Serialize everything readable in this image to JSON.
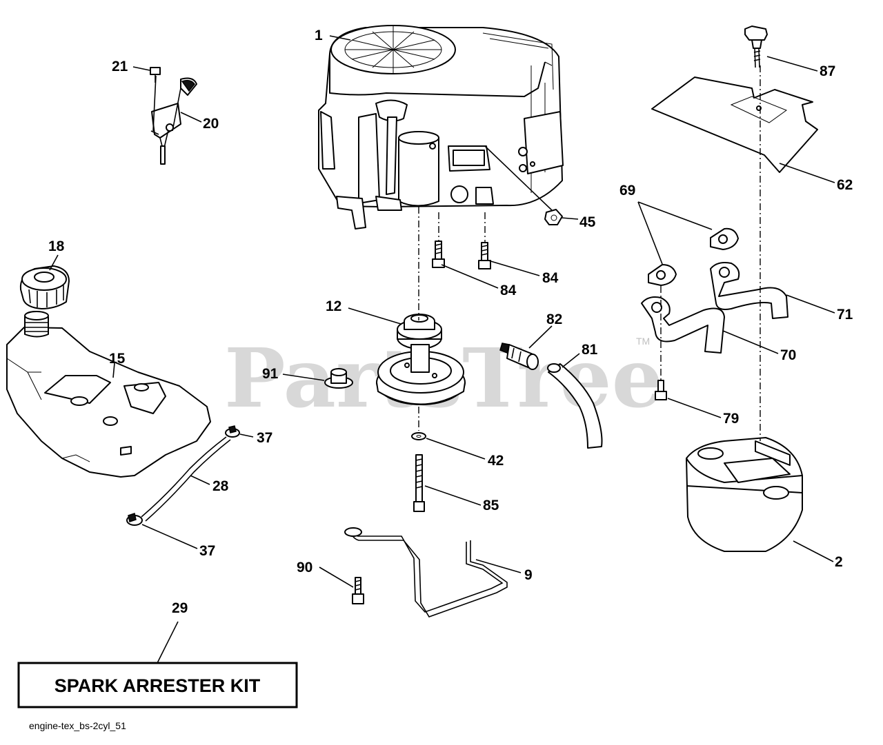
{
  "watermark": "PartsTree",
  "watermark_tm": "TM",
  "kit_label": "SPARK ARRESTER KIT",
  "file_label": "engine-tex_bs-2cyl_51",
  "callouts": [
    {
      "id": "1",
      "label": "1"
    },
    {
      "id": "21",
      "label": "21"
    },
    {
      "id": "20",
      "label": "20"
    },
    {
      "id": "87",
      "label": "87"
    },
    {
      "id": "62",
      "label": "62"
    },
    {
      "id": "69",
      "label": "69"
    },
    {
      "id": "45",
      "label": "45"
    },
    {
      "id": "18",
      "label": "18"
    },
    {
      "id": "84a",
      "label": "84"
    },
    {
      "id": "84b",
      "label": "84"
    },
    {
      "id": "12",
      "label": "12"
    },
    {
      "id": "82",
      "label": "82"
    },
    {
      "id": "81",
      "label": "81"
    },
    {
      "id": "71",
      "label": "71"
    },
    {
      "id": "70",
      "label": "70"
    },
    {
      "id": "15",
      "label": "15"
    },
    {
      "id": "91",
      "label": "91"
    },
    {
      "id": "79",
      "label": "79"
    },
    {
      "id": "37a",
      "label": "37"
    },
    {
      "id": "42",
      "label": "42"
    },
    {
      "id": "28",
      "label": "28"
    },
    {
      "id": "85",
      "label": "85"
    },
    {
      "id": "37b",
      "label": "37"
    },
    {
      "id": "2",
      "label": "2"
    },
    {
      "id": "9",
      "label": "9"
    },
    {
      "id": "90",
      "label": "90"
    },
    {
      "id": "29",
      "label": "29"
    }
  ]
}
